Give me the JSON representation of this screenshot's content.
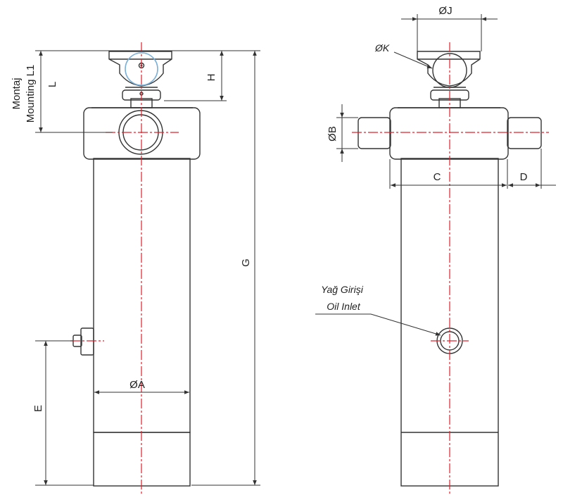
{
  "labels": {
    "mounting_tr": "Montaj",
    "mounting_en": "Mounting L1",
    "L": "L",
    "H": "H",
    "G": "G",
    "A": "ØA",
    "E": "E",
    "J": "ØJ",
    "K": "ØK",
    "B": "ØB",
    "C": "C",
    "D": "D",
    "oil_tr": "Yağ Girişi",
    "oil_en": "Oil Inlet"
  },
  "colors": {
    "outline": "#333333",
    "centerline": "#e0212b",
    "eye_highlight": "#7bb0d8",
    "body_fill": "#ffffff"
  }
}
